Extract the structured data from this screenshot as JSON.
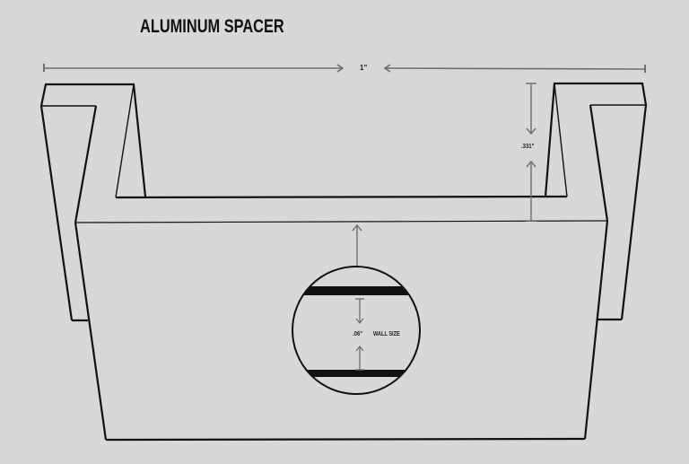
{
  "title": "ALUMINUM SPACER",
  "dimensions": {
    "overall_width": "1\"",
    "leg_height": ".331\"",
    "wall_thickness": ".06\"",
    "wall_label": "WALL SIZE"
  },
  "colors": {
    "background": "#d8d8d8",
    "outline": "#111111",
    "dimension_line": "#6e6e6e"
  },
  "views": [
    {
      "name": "isometric-channel",
      "description": "U-channel spacer outline"
    },
    {
      "name": "wall-detail-callout",
      "description": "Circular magnified detail of wall thickness"
    }
  ]
}
